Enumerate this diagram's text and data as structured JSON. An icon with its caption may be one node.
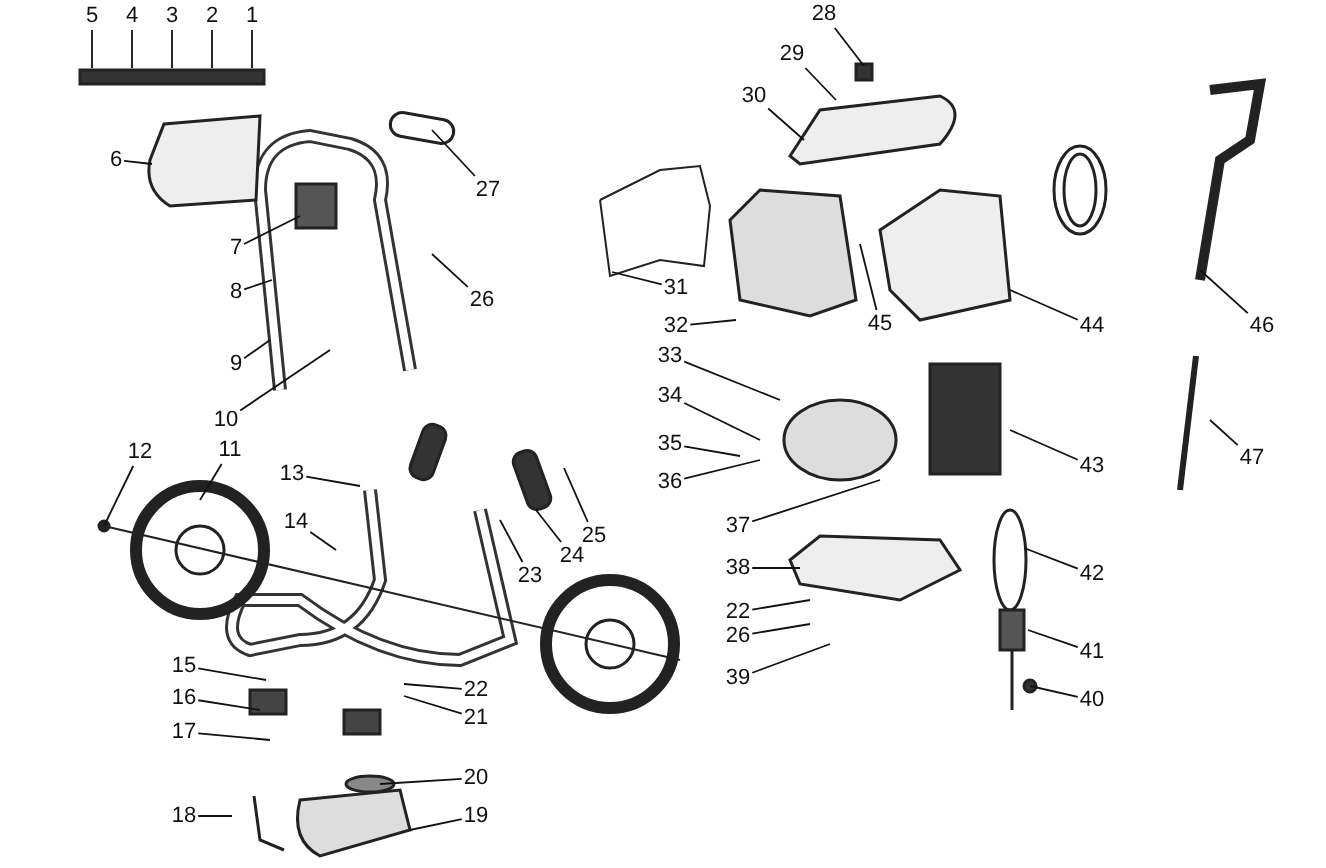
{
  "diagram": {
    "nodes": [
      {
        "text": [
          "1"
        ]
      },
      {
        "text": [
          "2"
        ]
      },
      {
        "text": [
          "3"
        ]
      },
      {
        "text": [
          "4"
        ]
      },
      {
        "text": [
          "5"
        ]
      },
      {
        "text": [
          "6"
        ]
      },
      {
        "text": [
          "7"
        ]
      },
      {
        "text": [
          "8"
        ]
      },
      {
        "text": [
          "9"
        ]
      },
      {
        "text": [
          "10"
        ]
      },
      {
        "text": [
          "11"
        ]
      },
      {
        "text": [
          "12"
        ]
      },
      {
        "text": [
          "13"
        ]
      },
      {
        "text": [
          "14"
        ]
      },
      {
        "text": [
          "15"
        ]
      },
      {
        "text": [
          "16"
        ]
      },
      {
        "text": [
          "17"
        ]
      },
      {
        "text": [
          "18"
        ]
      },
      {
        "text": [
          "19"
        ]
      },
      {
        "text": [
          "20"
        ]
      },
      {
        "text": [
          "21"
        ]
      },
      {
        "text": [
          "22"
        ]
      },
      {
        "text": [
          "22"
        ]
      },
      {
        "text": [
          "23"
        ]
      },
      {
        "text": [
          "24"
        ]
      },
      {
        "text": [
          "25"
        ]
      },
      {
        "text": [
          "26"
        ]
      },
      {
        "text": [
          "26"
        ]
      },
      {
        "text": [
          "27"
        ]
      },
      {
        "text": [
          "28"
        ]
      },
      {
        "text": [
          "29"
        ]
      },
      {
        "text": [
          "30"
        ]
      },
      {
        "text": [
          "31"
        ]
      },
      {
        "text": [
          "32"
        ]
      },
      {
        "text": [
          "33"
        ]
      },
      {
        "text": [
          "34"
        ]
      },
      {
        "text": [
          "35"
        ]
      },
      {
        "text": [
          "36"
        ]
      },
      {
        "text": [
          "37"
        ]
      },
      {
        "text": [
          "38"
        ]
      },
      {
        "text": [
          "39"
        ]
      },
      {
        "text": [
          "40"
        ]
      },
      {
        "text": [
          "41"
        ]
      },
      {
        "text": [
          "42"
        ]
      },
      {
        "text": [
          "43"
        ]
      },
      {
        "text": [
          "44"
        ]
      },
      {
        "text": [
          "45"
        ]
      },
      {
        "text": [
          "46"
        ]
      },
      {
        "text": [
          "47"
        ]
      }
    ],
    "edges": [
      {
        "from": 0,
        "to": null,
        "arrow": "none"
      },
      {
        "from": 1,
        "to": null,
        "arrow": "none"
      },
      {
        "from": 2,
        "to": null,
        "arrow": "none"
      },
      {
        "from": 3,
        "to": null,
        "arrow": "none"
      },
      {
        "from": 4,
        "to": null,
        "arrow": "none"
      },
      {
        "from": 5,
        "to": null,
        "arrow": "none"
      },
      {
        "from": 6,
        "to": null,
        "arrow": "none"
      },
      {
        "from": 7,
        "to": null,
        "arrow": "none"
      },
      {
        "from": 8,
        "to": null,
        "arrow": "none"
      },
      {
        "from": 9,
        "to": null,
        "arrow": "none"
      },
      {
        "from": 10,
        "to": null,
        "arrow": "none"
      },
      {
        "from": 11,
        "to": null,
        "arrow": "none"
      },
      {
        "from": 12,
        "to": null,
        "arrow": "none"
      },
      {
        "from": 13,
        "to": null,
        "arrow": "none"
      },
      {
        "from": 14,
        "to": null,
        "arrow": "none"
      },
      {
        "from": 15,
        "to": null,
        "arrow": "none"
      },
      {
        "from": 16,
        "to": null,
        "arrow": "none"
      },
      {
        "from": 17,
        "to": null,
        "arrow": "none"
      },
      {
        "from": 18,
        "to": null,
        "arrow": "none"
      },
      {
        "from": 19,
        "to": null,
        "arrow": "none"
      },
      {
        "from": 20,
        "to": null,
        "arrow": "none"
      },
      {
        "from": 21,
        "to": null,
        "arrow": "none"
      },
      {
        "from": 22,
        "to": null,
        "arrow": "none"
      },
      {
        "from": 23,
        "to": null,
        "arrow": "none"
      },
      {
        "from": 24,
        "to": null,
        "arrow": "none"
      },
      {
        "from": 25,
        "to": null,
        "arrow": "none"
      },
      {
        "from": 26,
        "to": null,
        "arrow": "none"
      },
      {
        "from": 27,
        "to": null,
        "arrow": "none"
      },
      {
        "from": 28,
        "to": null,
        "arrow": "none"
      },
      {
        "from": 29,
        "to": null,
        "arrow": "none"
      },
      {
        "from": 30,
        "to": null,
        "arrow": "none"
      },
      {
        "from": 31,
        "to": null,
        "arrow": "none"
      },
      {
        "from": 32,
        "to": null,
        "arrow": "none"
      },
      {
        "from": 33,
        "to": null,
        "arrow": "none"
      },
      {
        "from": 34,
        "to": null,
        "arrow": "none"
      },
      {
        "from": 35,
        "to": null,
        "arrow": "none"
      },
      {
        "from": 36,
        "to": null,
        "arrow": "none"
      },
      {
        "from": 37,
        "to": null,
        "arrow": "none"
      },
      {
        "from": 38,
        "to": null,
        "arrow": "none"
      },
      {
        "from": 39,
        "to": null,
        "arrow": "none"
      },
      {
        "from": 40,
        "to": null,
        "arrow": "none"
      },
      {
        "from": 41,
        "to": null,
        "arrow": "none"
      },
      {
        "from": 42,
        "to": null,
        "arrow": "none"
      },
      {
        "from": 43,
        "to": null,
        "arrow": "none"
      },
      {
        "from": 44,
        "to": null,
        "arrow": "none"
      },
      {
        "from": 45,
        "to": null,
        "arrow": "none"
      },
      {
        "from": 46,
        "to": null,
        "arrow": "none"
      },
      {
        "from": 47,
        "to": null,
        "arrow": "none"
      },
      {
        "from": 48,
        "to": null,
        "arrow": "none"
      }
    ]
  }
}
